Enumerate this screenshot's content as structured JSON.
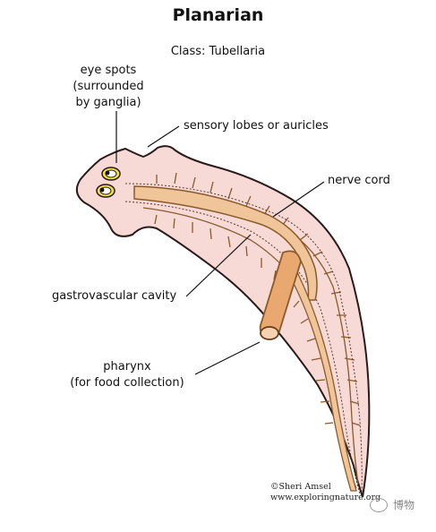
{
  "title": "Planarian",
  "subtitle": "Class: Tubellaria",
  "labels": {
    "eye_spots": [
      "eye spots",
      "(surrounded",
      "by ganglia)"
    ],
    "sensory_lobes": "sensory lobes or auricles",
    "nerve_cord": "nerve cord",
    "gastrovascular_cavity": "gastrovascular cavity",
    "pharynx": [
      "pharynx",
      "(for food collection)"
    ]
  },
  "credit": [
    "©Sheri Amsel",
    "www.exploringnature.org"
  ],
  "watermark": "博物",
  "colors": {
    "body_fill": "#f7d9d6",
    "body_outline": "#2a1a1a",
    "gut_fill": "#f0c59a",
    "gut_outline": "#8a5a2a",
    "nerve": "#5a3a2a",
    "eye_yellow": "#f5e14a"
  }
}
